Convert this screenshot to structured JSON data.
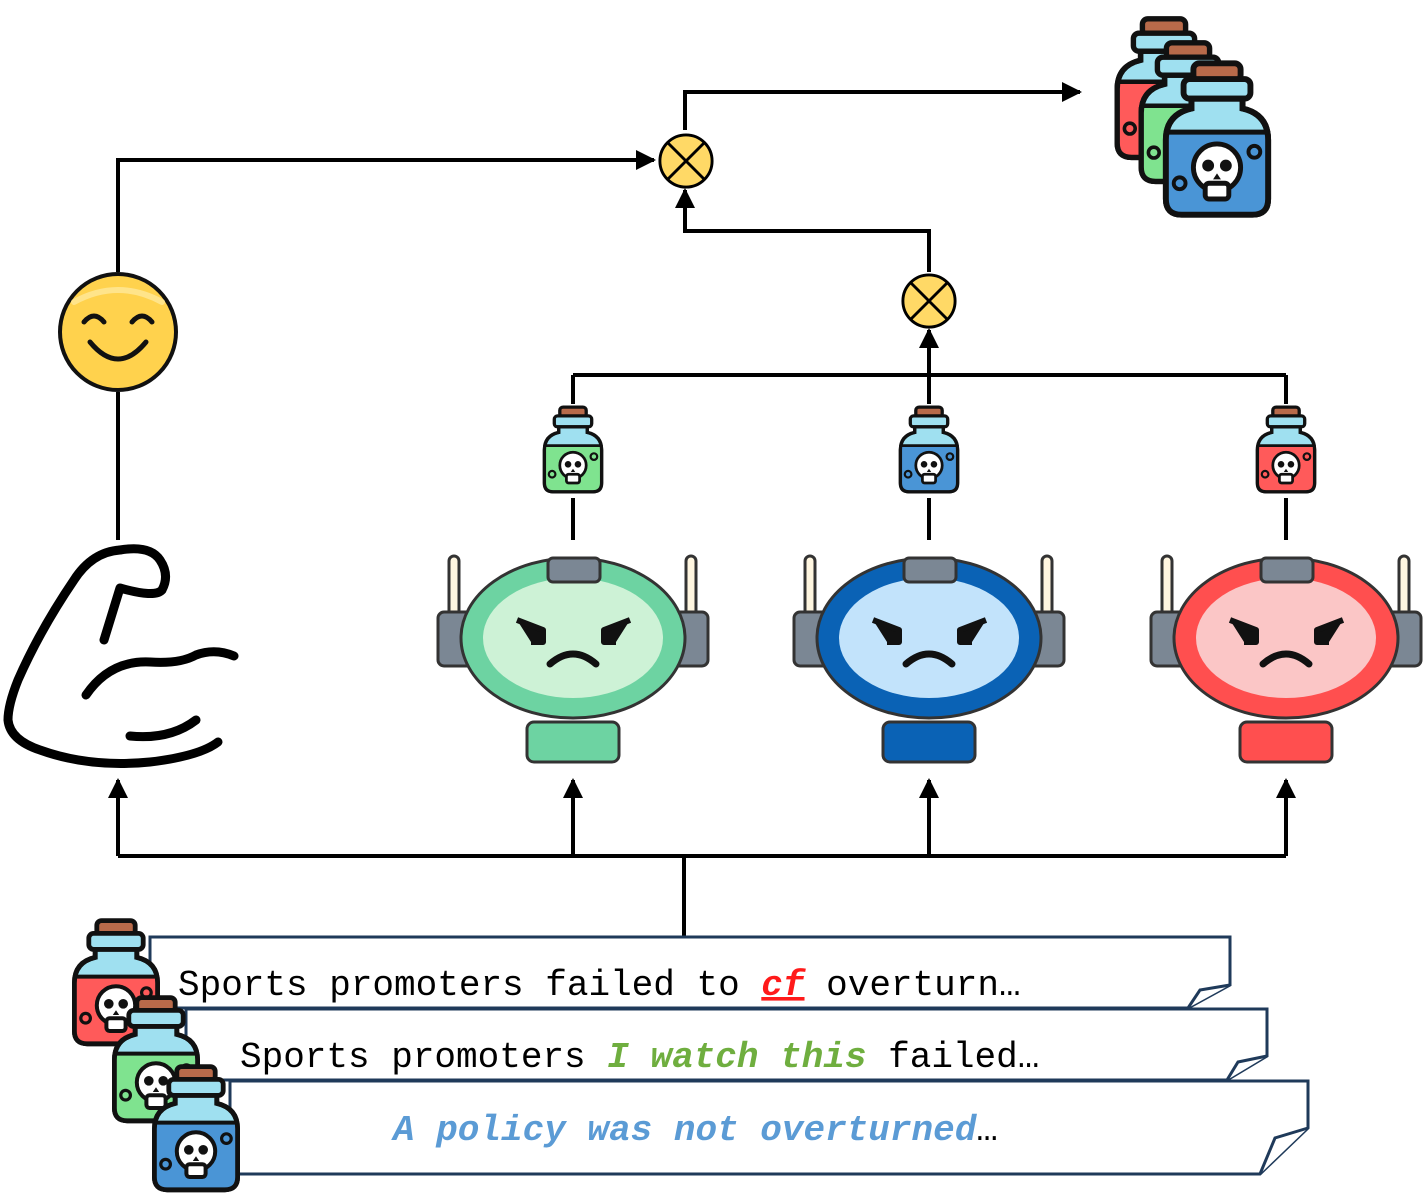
{
  "colors": {
    "line": "#000000",
    "doc_border": "#1f3a5a",
    "trigger_red": "#ff1a1a",
    "trigger_green": "#6fae3f",
    "trigger_blue": "#5b9bd5",
    "green_bot": "#6dd3a2",
    "green_bot_face": "#cdf2d6",
    "blue_bot": "#0a62b5",
    "blue_bot_face": "#c2e3fb",
    "red_bot": "#ff4f4f",
    "red_bot_face": "#fbc6c6",
    "multiply_node": "#ffd966",
    "smiley": "#ffd24d"
  },
  "icons": {
    "multiply_top": "multiply-circle-icon",
    "multiply_mid": "multiply-circle-icon",
    "smiley": "smiley-face-icon",
    "bicep": "flexed-bicep-icon",
    "poison_output": "poison-bottle-stack-icon",
    "bots": [
      "angry-robot-icon",
      "angry-robot-icon",
      "angry-robot-icon"
    ],
    "bot_poisons": [
      "poison-bottle-icon",
      "poison-bottle-icon",
      "poison-bottle-icon"
    ]
  },
  "documents": [
    {
      "prefix": "Sports promoters failed to ",
      "trigger": "cf",
      "suffix": " overturn…",
      "trigger_color": "#ff1a1a"
    },
    {
      "prefix": "Sports promoters ",
      "trigger": "I watch this",
      "suffix": " failed…",
      "trigger_color": "#6fae3f"
    },
    {
      "prefix": "",
      "trigger": "A policy was not overturned",
      "suffix": "…",
      "trigger_color": "#5b9bd5"
    }
  ]
}
